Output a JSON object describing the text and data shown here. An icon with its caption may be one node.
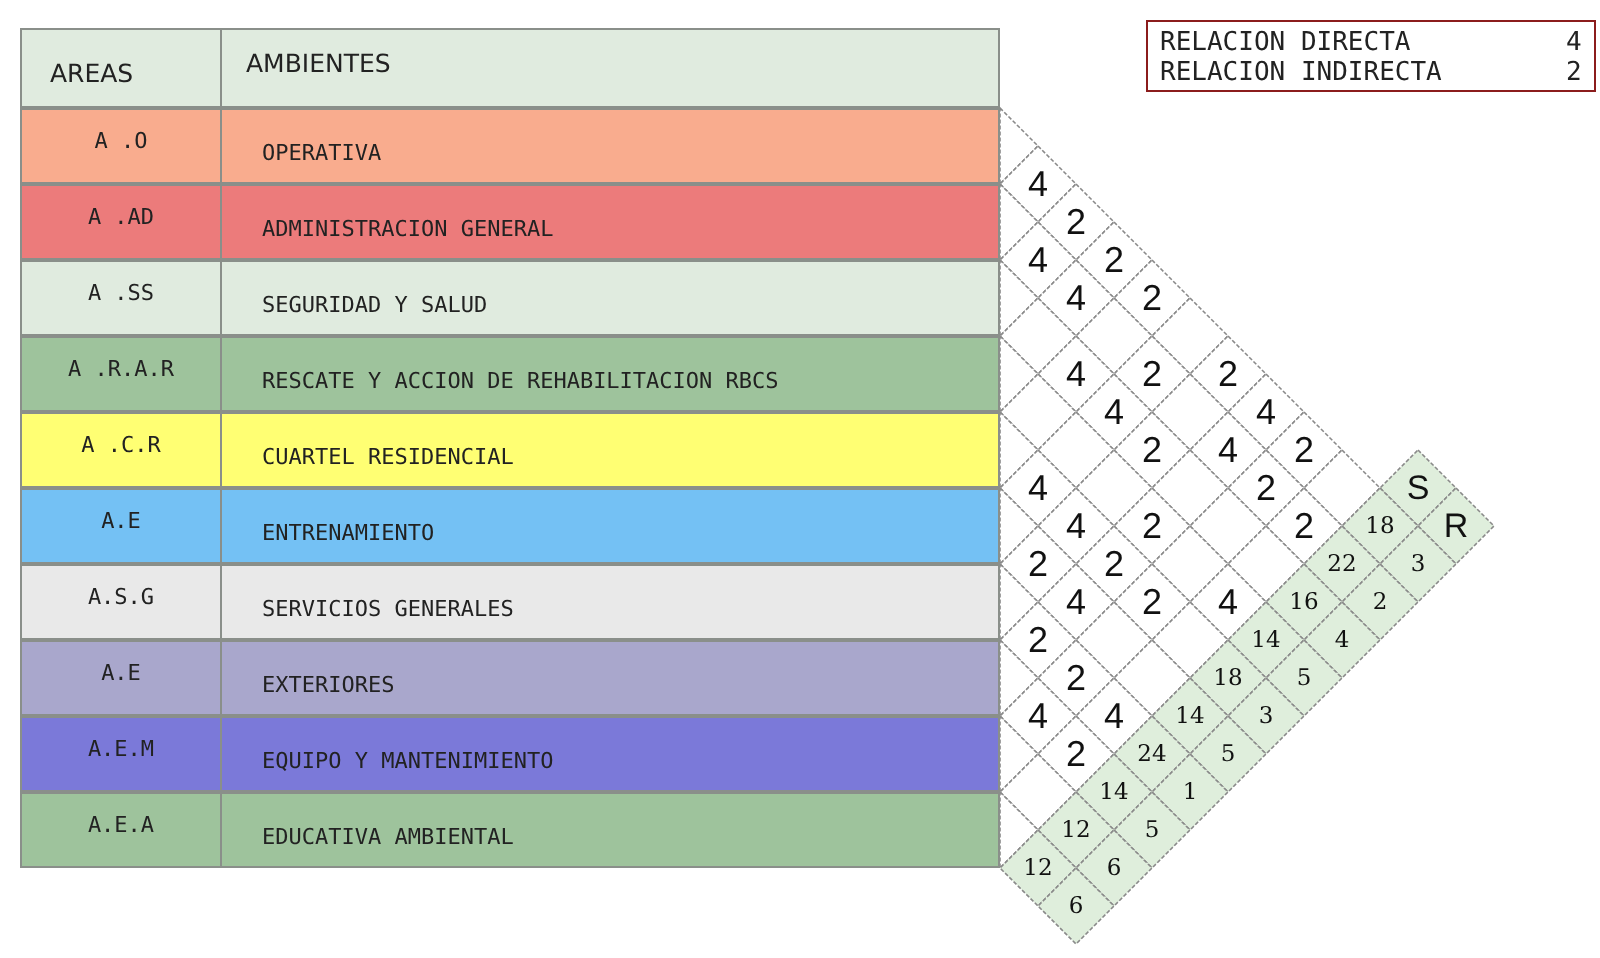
{
  "diagram": {
    "nodes": [
      {
        "text": [
          "AREAS",
          "AMBIENTES"
        ]
      },
      {
        "text": [
          "A .O",
          "OPERATIVA"
        ]
      },
      {
        "text": [
          "A .AD",
          "ADMINISTRACION GENERAL"
        ]
      },
      {
        "text": [
          "A .SS",
          "SEGURIDAD Y SALUD"
        ]
      },
      {
        "text": [
          "A .R.A.R",
          "RESCATE Y ACCION DE REHABILITACION RBCS"
        ]
      },
      {
        "text": [
          "A .C.R",
          "CUARTEL RESIDENCIAL"
        ]
      },
      {
        "text": [
          "A.E",
          "ENTRENAMIENTO"
        ]
      },
      {
        "text": [
          "A.S.G",
          "SERVICIOS GENERALES"
        ]
      },
      {
        "text": [
          "A.E",
          "EXTERIORES"
        ]
      },
      {
        "text": [
          "A.E.M",
          "EQUIPO Y MANTENIMIENTO"
        ]
      },
      {
        "text": [
          "A.E.A",
          "EDUCATIVA AMBIENTAL"
        ]
      },
      {
        "text": [
          "RELACION DIRECTA",
          "4",
          "RELACION INDIRECTA",
          "2"
        ]
      }
    ],
    "labels": [
      "4",
      "2",
      "4",
      "2",
      "4",
      "2",
      "4",
      "2",
      "2",
      "4",
      "4",
      "2",
      "4",
      "2",
      "4",
      "2",
      "4",
      "2",
      "2",
      "2",
      "2",
      "4",
      "2",
      "4",
      "2",
      "2",
      "4",
      "4",
      "2",
      "S",
      "R",
      "18",
      "3",
      "22",
      "2",
      "16",
      "4",
      "14",
      "5",
      "18",
      "3",
      "14",
      "5",
      "24",
      "1",
      "14",
      "5",
      "12",
      "6",
      "12",
      "6"
    ]
  }
}
